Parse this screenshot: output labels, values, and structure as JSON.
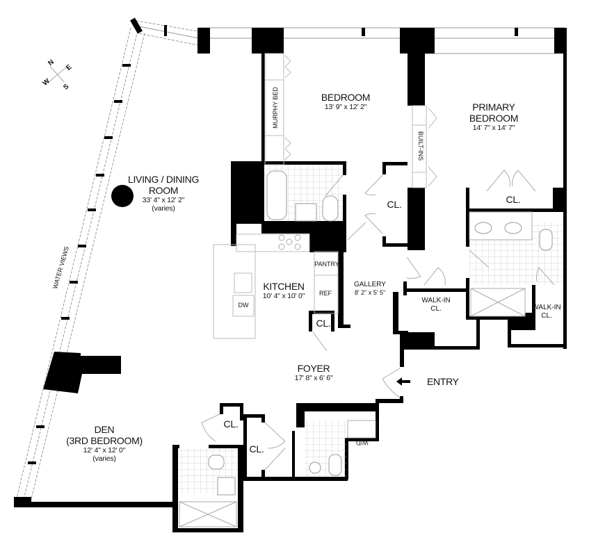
{
  "floor_plan": {
    "compass": {
      "n": "N",
      "e": "E",
      "s": "S",
      "w": "W"
    },
    "annotations": {
      "water_views": "WATER VIEWS",
      "entry": "ENTRY"
    },
    "rooms": {
      "living_dining": {
        "name_line1": "LIVING / DINING",
        "name_line2": "ROOM",
        "dimensions": "33' 4\" x 12' 2\"",
        "note": "(varies)"
      },
      "bedroom": {
        "name": "BEDROOM",
        "dimensions": "13' 9\" x 12' 2\""
      },
      "primary_bedroom": {
        "name_line1": "PRIMARY",
        "name_line2": "BEDROOM",
        "dimensions": "14' 7\" x 14' 7\""
      },
      "kitchen": {
        "name": "KITCHEN",
        "dimensions": "10' 4\" x 10' 0\""
      },
      "gallery": {
        "name": "GALLERY",
        "dimensions": "8' 2\" x 5' 5\""
      },
      "foyer": {
        "name": "FOYER",
        "dimensions": "17' 8\" x 6' 6\""
      },
      "den": {
        "name_line1": "DEN",
        "name_line2": "(3RD BEDROOM)",
        "dimensions": "12' 4\" x 12' 0\"",
        "note": "(varies)"
      }
    },
    "fixtures": {
      "murphy_bed": "MURPHY BED",
      "built_ins": "BUILT-INS",
      "pantry": "PANTRY",
      "ref": "REF",
      "dw": "DW",
      "wd": "W/D",
      "closet": "CL.",
      "walk_in_line1": "WALK-IN",
      "walk_in_line2": "CL."
    }
  }
}
